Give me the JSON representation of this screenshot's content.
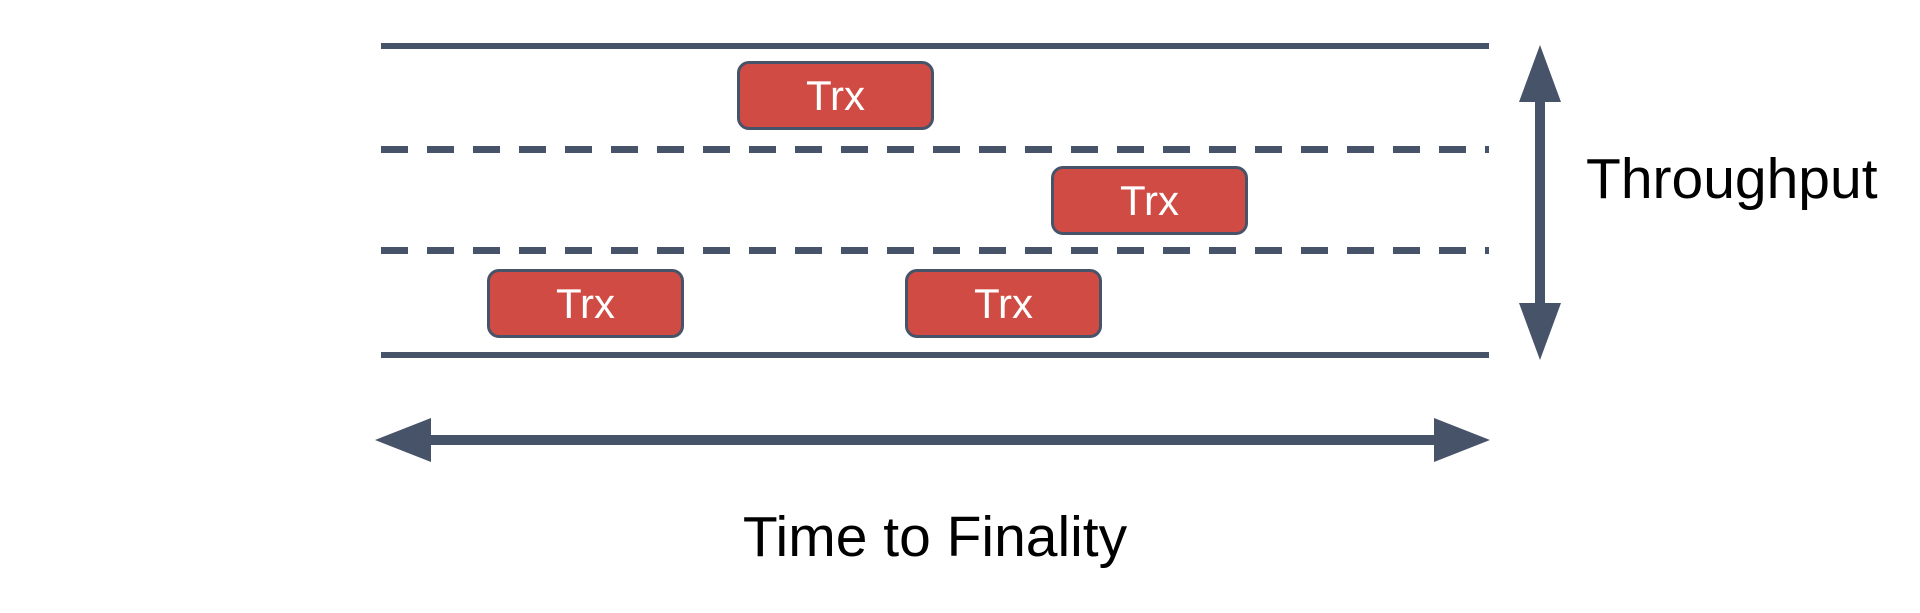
{
  "diagram": {
    "title_semantic": "Blockchain road diagram: throughput vs time to finality",
    "colors": {
      "line": "#475369",
      "box_fill": "#D04B43",
      "box_border": "#475369",
      "box_text": "#FFFFFF",
      "label_text": "#000000",
      "background": "#FFFFFF"
    },
    "road": {
      "lane_count": 3,
      "boundary_style": "solid",
      "divider_style": "dashed"
    },
    "transactions": [
      {
        "label": "Trx",
        "lane": "top"
      },
      {
        "label": "Trx",
        "lane": "middle"
      },
      {
        "label": "Trx",
        "lane": "bottom-left"
      },
      {
        "label": "Trx",
        "lane": "bottom-right"
      }
    ],
    "axes": {
      "vertical": {
        "label": "Throughput",
        "arrow": "double-headed, spans road height"
      },
      "horizontal": {
        "label": "Time to Finality",
        "arrow": "double-headed, spans road width"
      }
    }
  }
}
